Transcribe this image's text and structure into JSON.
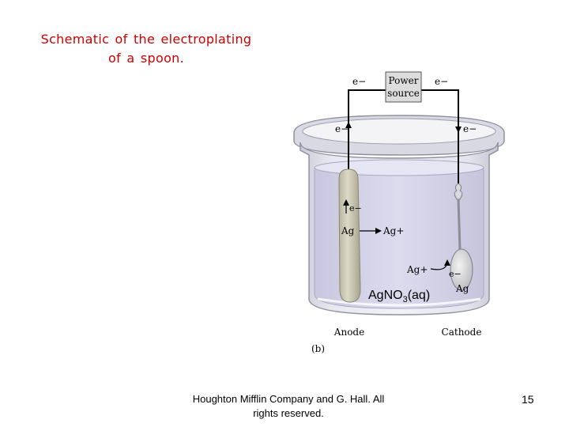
{
  "slide": {
    "title": "Schematic of the electroplating of a spoon.",
    "footer_credit": "Houghton Mifflin Company and G. Hall. All rights reserved.",
    "slide_number": "15"
  },
  "diagram": {
    "power_source_label_line1": "Power",
    "power_source_label_line2": "source",
    "electron": "e−",
    "anode_reaction_left": "Ag",
    "anode_reaction_right": "Ag+",
    "cathode_ion": "Ag+",
    "cathode_metal": "Ag",
    "electrolyte_formula_main": "AgNO",
    "electrolyte_formula_sub": "3",
    "electrolyte_formula_tail": "(aq)",
    "anode_label": "Anode",
    "cathode_label": "Cathode",
    "panel_label": "(b)"
  }
}
